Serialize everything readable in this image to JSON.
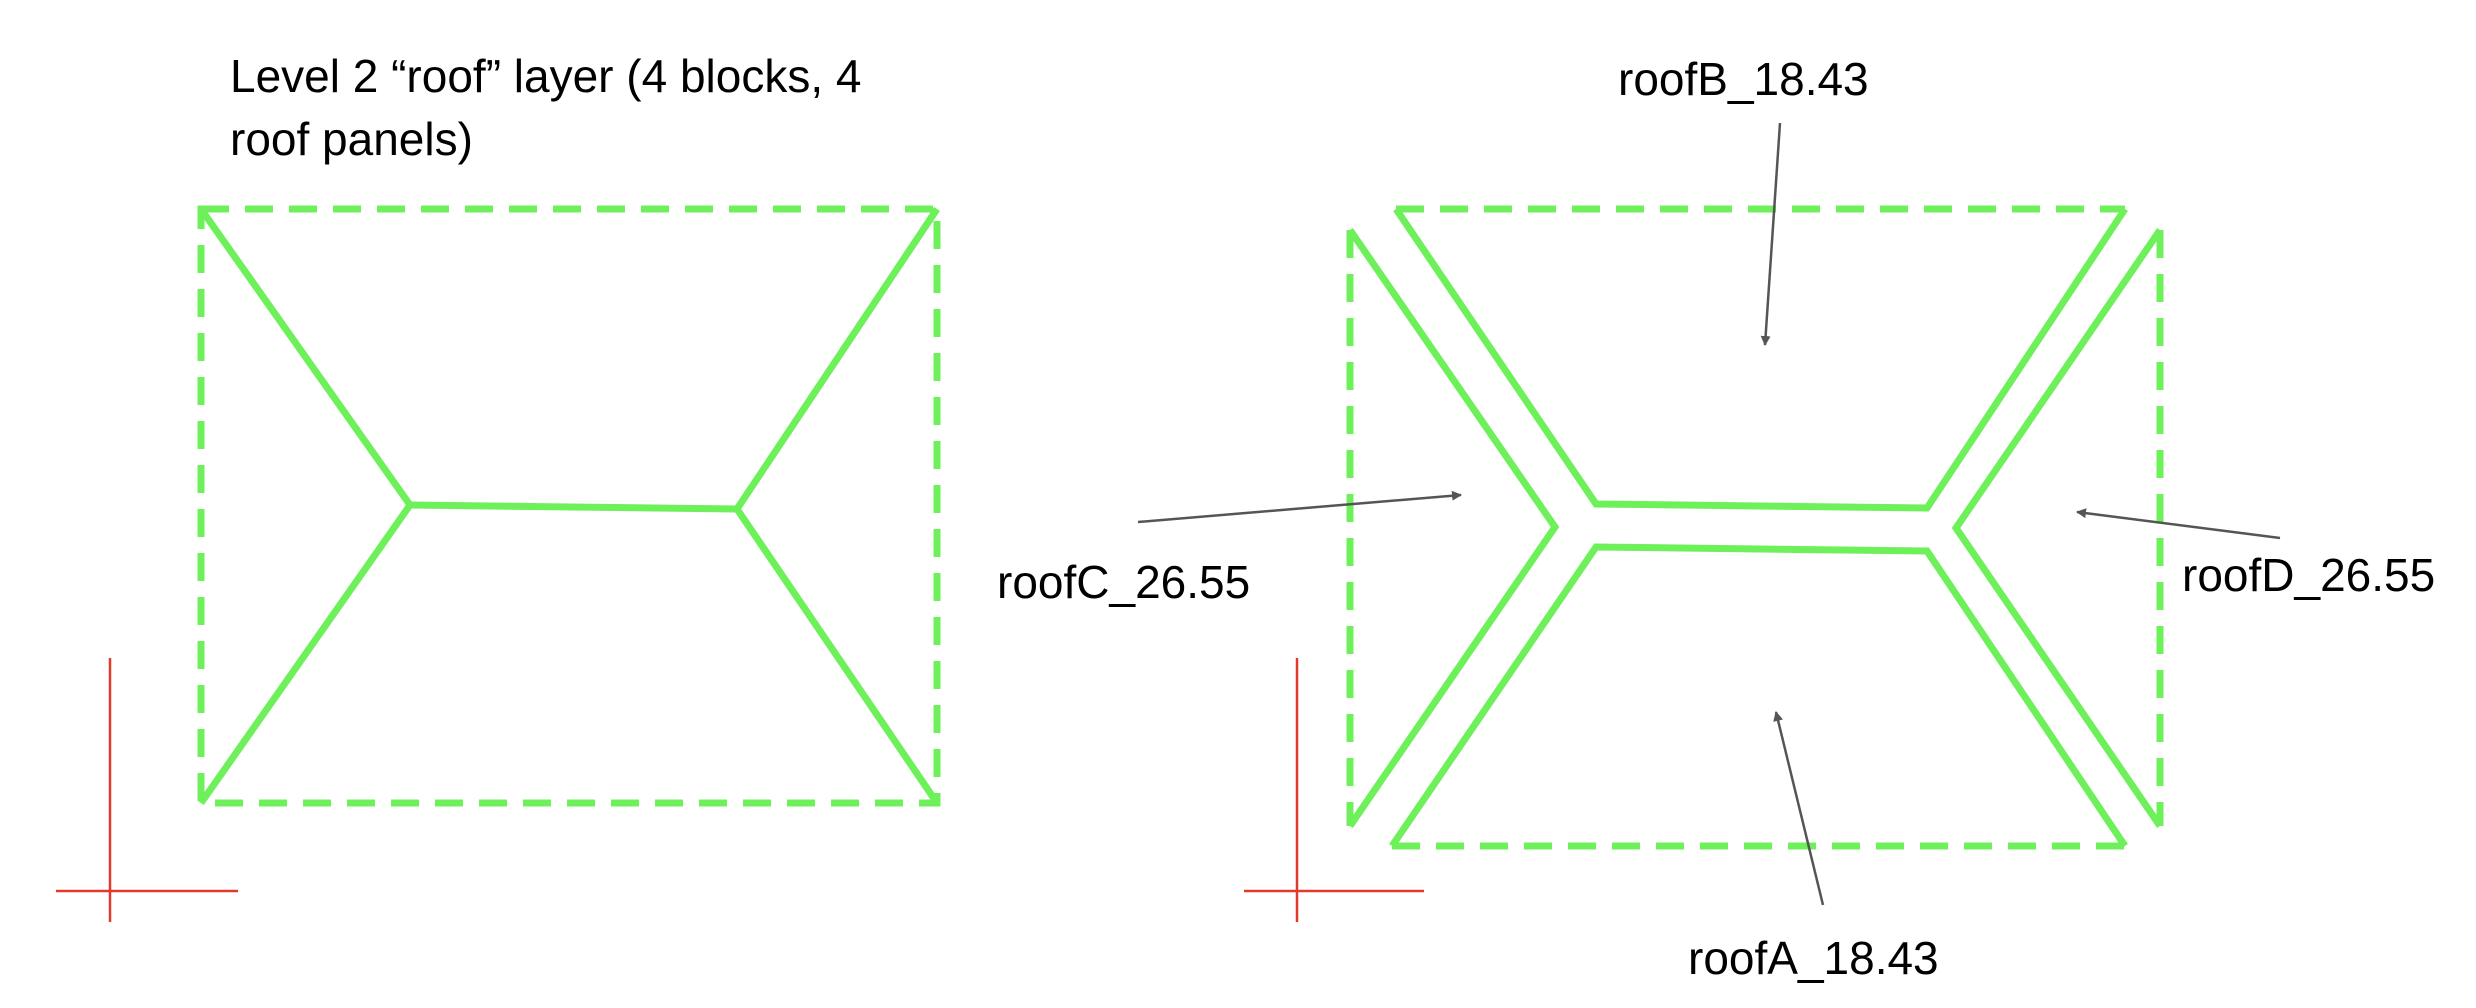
{
  "title": {
    "line1": "Level 2 “roof” layer (4 blocks, 4",
    "line2": "roof panels)"
  },
  "labels": {
    "roofA": "roofA_18.43",
    "roofB": "roofB_18.43",
    "roofC": "roofC_26.55",
    "roofD": "roofD_26.55"
  },
  "colors": {
    "roof_lines": "#6ef05a",
    "origin_axis": "#e23a2a",
    "arrows": "#555555",
    "text": "#000000"
  }
}
